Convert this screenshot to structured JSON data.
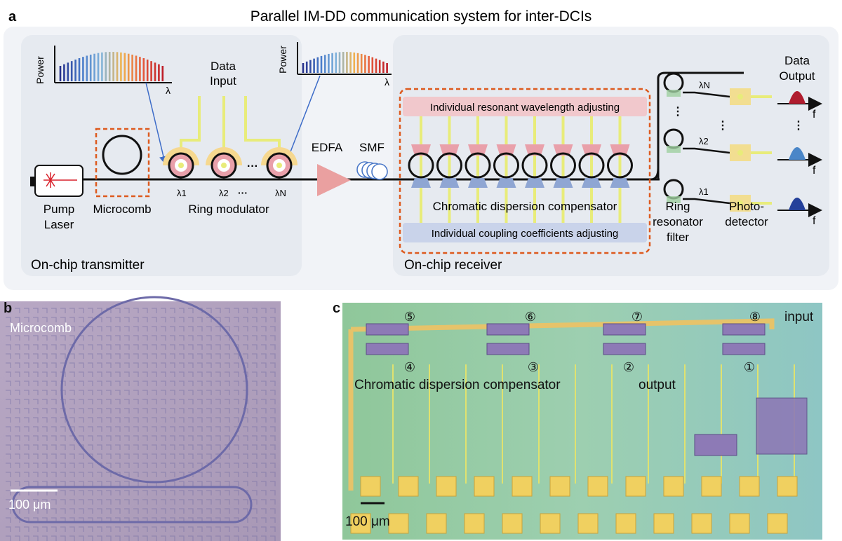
{
  "panel_a": {
    "letter": "a",
    "title": "Parallel IM-DD communication system for inter-DCIs",
    "spectrum": {
      "ylabel": "Power",
      "xlabel": "λ"
    },
    "transmitter": {
      "pump_line1": "Pump",
      "pump_line2": "Laser",
      "microcomb": "Microcomb",
      "data_input_line1": "Data",
      "data_input_line2": "Input",
      "ring_modulator": "Ring modulator",
      "lambda_1": "λ1",
      "lambda_2": "λ2",
      "lambda_n": "λN",
      "dots": "···",
      "box_label": "On-chip transmitter"
    },
    "link": {
      "edfa": "EDFA",
      "smf": "SMF"
    },
    "receiver": {
      "resonant_adjust": "Individual resonant wavelength adjusting",
      "cd_compensator": "Chromatic dispersion compensator",
      "coupling_adjust": "Individual coupling coefficients adjusting",
      "filter_line1": "Ring",
      "filter_line2": "resonator",
      "filter_line3": "filter",
      "pd_line1": "Photo-",
      "pd_line2": "detector",
      "output_line1": "Data",
      "output_line2": "Output",
      "freq": "f",
      "lambda_n": "λN",
      "lambda_2": "λ2",
      "lambda_1": "λ1",
      "box_label": "On-chip receiver"
    },
    "colors": {
      "panel_bg": "#f1f3f7",
      "box_bg": "#e6eaf0",
      "dashed_orange": "#dd5a1e",
      "waveguide_yellow": "#e8ec7a",
      "pink": "#e9a0aa",
      "blue": "#8fa6d3",
      "edfa": "#eaa0a0",
      "arrow_blue": "#3d6cc8"
    }
  },
  "panel_b": {
    "letter": "b",
    "label": "Microcomb",
    "scale": "100 μm",
    "image_desc": "microscope image of microcomb ring"
  },
  "panel_c": {
    "letter": "c",
    "input": "input",
    "output": "output",
    "cd_label": "Chromatic dispersion compensator",
    "scale": "100 μm",
    "top_numbers": [
      "⑤",
      "⑥",
      "⑦",
      "⑧"
    ],
    "bottom_numbers": [
      "④",
      "③",
      "②",
      "①"
    ]
  }
}
